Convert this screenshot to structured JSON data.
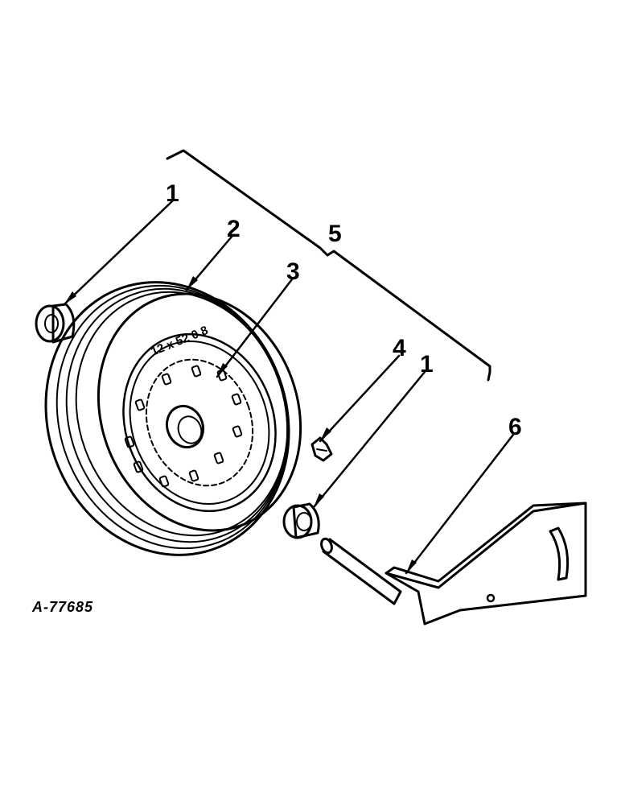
{
  "callouts": {
    "c1a": "1",
    "c2": "2",
    "c3": "3",
    "c4": "4",
    "c1b": "1",
    "c5": "5",
    "c6": "6"
  },
  "tire_marking": "12 x 52 0 8",
  "figure_id": "A-77685",
  "colors": {
    "ink": "#000000",
    "paper": "#ffffff"
  }
}
